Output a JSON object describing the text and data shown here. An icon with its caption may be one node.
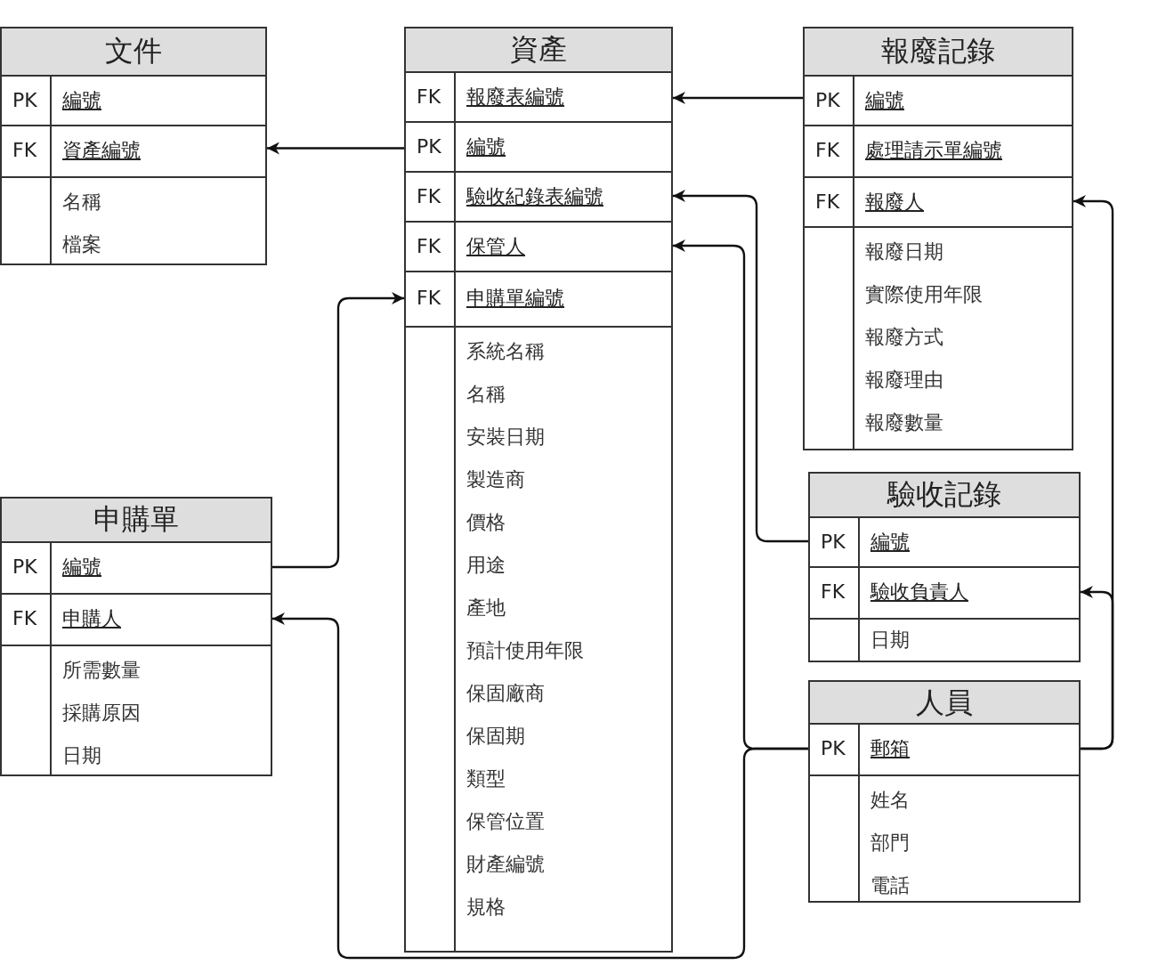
{
  "diagram": {
    "nodes": [
      {
        "text": [
          "文件"
        ]
      },
      {
        "text": [
          "PK",
          "編號"
        ],
        "in": 0
      },
      {
        "text": [
          "FK",
          "資產編號"
        ],
        "in": 0
      },
      {
        "text": [
          "名稱",
          "檔案"
        ],
        "in": 0
      },
      {
        "text": [
          "資產"
        ]
      },
      {
        "text": [
          "FK",
          "報廢表編號"
        ],
        "in": 4
      },
      {
        "text": [
          "PK",
          "編號"
        ],
        "in": 4
      },
      {
        "text": [
          "FK",
          "驗收紀錄表編號"
        ],
        "in": 4
      },
      {
        "text": [
          "FK",
          "保管人"
        ],
        "in": 4
      },
      {
        "text": [
          "FK",
          "申購單編號"
        ],
        "in": 4
      },
      {
        "text": [
          "系統名稱",
          "名稱",
          "安裝日期",
          "製造商",
          "價格",
          "用途",
          "產地",
          "預計使用年限",
          "保固廠商",
          "保固期",
          "類型",
          "保管位置",
          "財產編號",
          "規格"
        ],
        "in": 4
      },
      {
        "text": [
          "報廢記錄"
        ]
      },
      {
        "text": [
          "PK",
          "編號"
        ],
        "in": 11
      },
      {
        "text": [
          "FK",
          "處理請示單編號"
        ],
        "in": 11
      },
      {
        "text": [
          "FK",
          "報廢人"
        ],
        "in": 11
      },
      {
        "text": [
          "報廢日期",
          "實際使用年限",
          "報廢方式",
          "報廢理由",
          "報廢數量"
        ],
        "in": 11
      },
      {
        "text": [
          "申購單"
        ]
      },
      {
        "text": [
          "PK",
          "編號"
        ],
        "in": 16
      },
      {
        "text": [
          "FK",
          "申購人"
        ],
        "in": 16
      },
      {
        "text": [
          "所需數量",
          "採購原因",
          "日期"
        ],
        "in": 16
      },
      {
        "text": [
          "驗收記錄"
        ]
      },
      {
        "text": [
          "PK",
          "編號"
        ],
        "in": 20
      },
      {
        "text": [
          "FK",
          "驗收負責人"
        ],
        "in": 20
      },
      {
        "text": [
          "日期"
        ],
        "in": 20
      },
      {
        "text": [
          "人員"
        ]
      },
      {
        "text": [
          "PK",
          "郵箱"
        ],
        "in": 24
      },
      {
        "text": [
          "姓名",
          "部門",
          "電話"
        ],
        "in": 24
      }
    ],
    "edges": [
      {
        "from": 6,
        "to": 2,
        "arrow": "to"
      },
      {
        "from": 12,
        "to": 5,
        "arrow": "to"
      },
      {
        "from": 21,
        "to": 7,
        "arrow": "to"
      },
      {
        "from": 25,
        "to": 8,
        "arrow": "to"
      },
      {
        "from": 25,
        "to": 18,
        "arrow": "to"
      },
      {
        "from": 25,
        "to": 22,
        "arrow": "to"
      },
      {
        "from": 25,
        "to": 14,
        "arrow": "to"
      },
      {
        "from": 17,
        "to": 9,
        "arrow": "to"
      }
    ]
  }
}
